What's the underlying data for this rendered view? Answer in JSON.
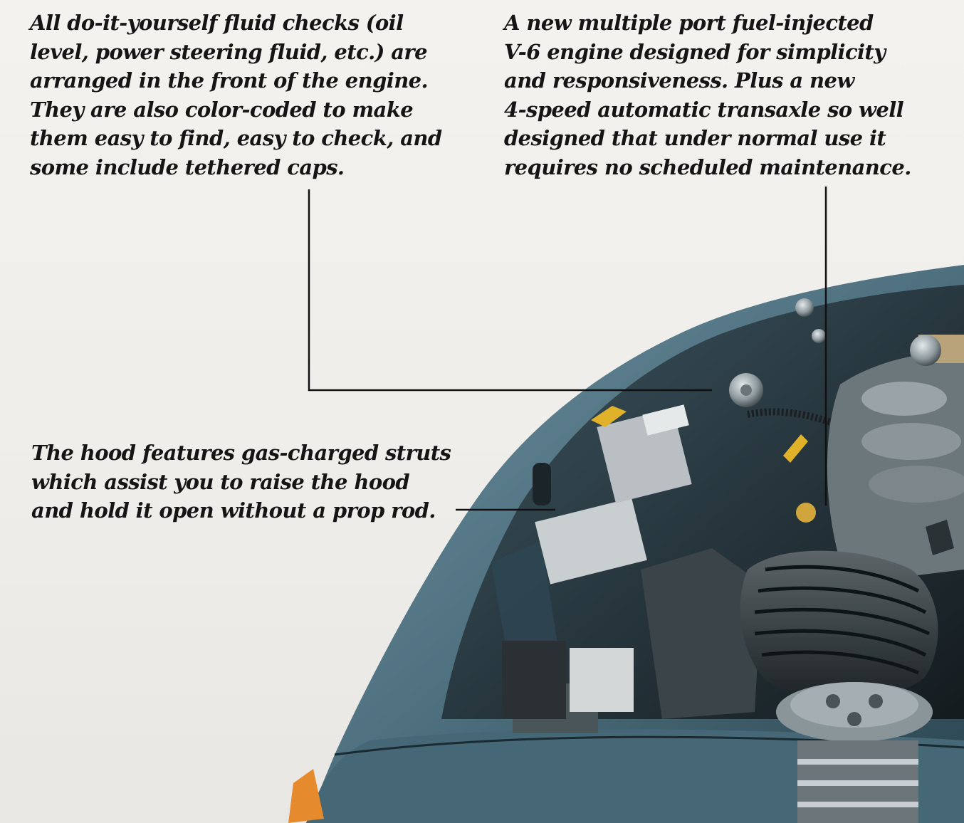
{
  "captions": {
    "fluid_checks": {
      "lines": [
        "All do-it-yourself fluid checks (oil",
        "level, power steering fluid, etc.) are",
        "arranged in the front of the engine.",
        "They are also color-coded to make",
        "them easy to find, easy to check, and",
        "some include tethered caps."
      ]
    },
    "engine": {
      "lines": [
        "A new multiple port fuel-injected",
        "V-6 engine designed for simplicity",
        "and responsiveness. Plus a new",
        "4-speed automatic transaxle so well",
        "designed that under normal use it",
        "requires no scheduled maintenance."
      ]
    },
    "hood": {
      "lines": [
        "The hood features gas-charged struts",
        "which assist you to raise the hood",
        "and hold it open without a prop rod."
      ]
    }
  },
  "illustration": {
    "icon": "car-engine-bay-illustration",
    "colors": {
      "paper": "#f1efec",
      "car_body": "#5b7d8c",
      "car_body_dark": "#233843",
      "engine_metal": "#8a959a",
      "engine_dark": "#1f2528",
      "accent_yellow": "#e0b22a",
      "tail_light": "#e58a2d",
      "leader_line": "#111111"
    }
  }
}
